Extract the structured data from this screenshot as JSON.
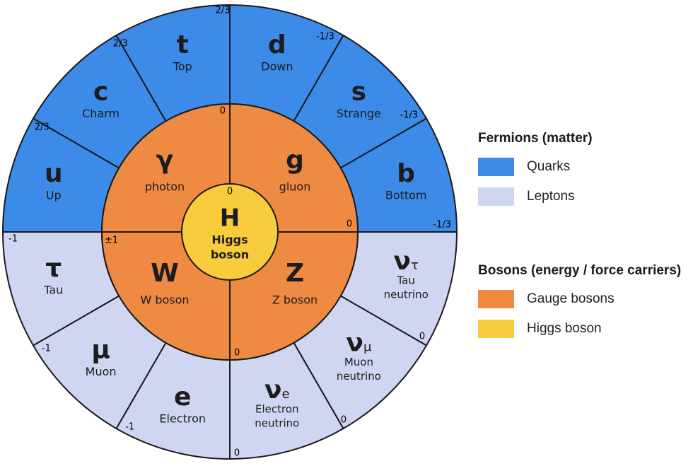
{
  "colors": {
    "quarks": "#3d8be8",
    "leptons": "#d0d6f2",
    "gauge": "#ee8a42",
    "higgs": "#f9cc3e",
    "stroke": "#1a1a1a"
  },
  "legend": {
    "fermions_title": "Fermions (matter)",
    "quarks_label": "Quarks",
    "leptons_label": "Leptons",
    "bosons_title": "Bosons (energy / force carriers)",
    "gauge_label": "Gauge bosons",
    "higgs_label": "Higgs boson"
  },
  "center": {
    "symbol": "H",
    "name_lines": [
      "Higgs",
      "boson"
    ],
    "charge": "0"
  },
  "gauge_bosons": [
    {
      "symbol": "γ",
      "name": "photon",
      "charge": "0",
      "quadrant": "top-left"
    },
    {
      "symbol": "g",
      "name": "gluon",
      "charge": "0",
      "quadrant": "top-right"
    },
    {
      "symbol": "Z",
      "name": "Z boson",
      "charge": "0",
      "quadrant": "bottom-right"
    },
    {
      "symbol": "W",
      "name": "W boson",
      "charge": "±1",
      "quadrant": "bottom-left"
    }
  ],
  "fermions": [
    {
      "symbol": "d",
      "sub": "",
      "name_lines": [
        "Down"
      ],
      "charge": "-1/3",
      "group": "quark"
    },
    {
      "symbol": "s",
      "sub": "",
      "name_lines": [
        "Strange"
      ],
      "charge": "-1/3",
      "group": "quark"
    },
    {
      "symbol": "b",
      "sub": "",
      "name_lines": [
        "Bottom"
      ],
      "charge": "-1/3",
      "group": "quark"
    },
    {
      "symbol": "ν",
      "sub": "τ",
      "name_lines": [
        "Tau",
        "neutrino"
      ],
      "charge": "0",
      "group": "lepton"
    },
    {
      "symbol": "ν",
      "sub": "μ",
      "name_lines": [
        "Muon",
        "neutrino"
      ],
      "charge": "0",
      "group": "lepton"
    },
    {
      "symbol": "ν",
      "sub": "e",
      "name_lines": [
        "Electron",
        "neutrino"
      ],
      "charge": "0",
      "group": "lepton"
    },
    {
      "symbol": "e",
      "sub": "",
      "name_lines": [
        "Electron"
      ],
      "charge": "-1",
      "group": "lepton"
    },
    {
      "symbol": "μ",
      "sub": "",
      "name_lines": [
        "Muon"
      ],
      "charge": "-1",
      "group": "lepton"
    },
    {
      "symbol": "τ",
      "sub": "",
      "name_lines": [
        "Tau"
      ],
      "charge": "-1",
      "group": "lepton"
    },
    {
      "symbol": "u",
      "sub": "",
      "name_lines": [
        "Up"
      ],
      "charge": "2/3",
      "group": "quark"
    },
    {
      "symbol": "c",
      "sub": "",
      "name_lines": [
        "Charm"
      ],
      "charge": "2/3",
      "group": "quark"
    },
    {
      "symbol": "t",
      "sub": "",
      "name_lines": [
        "Top"
      ],
      "charge": "2/3",
      "group": "quark"
    }
  ]
}
